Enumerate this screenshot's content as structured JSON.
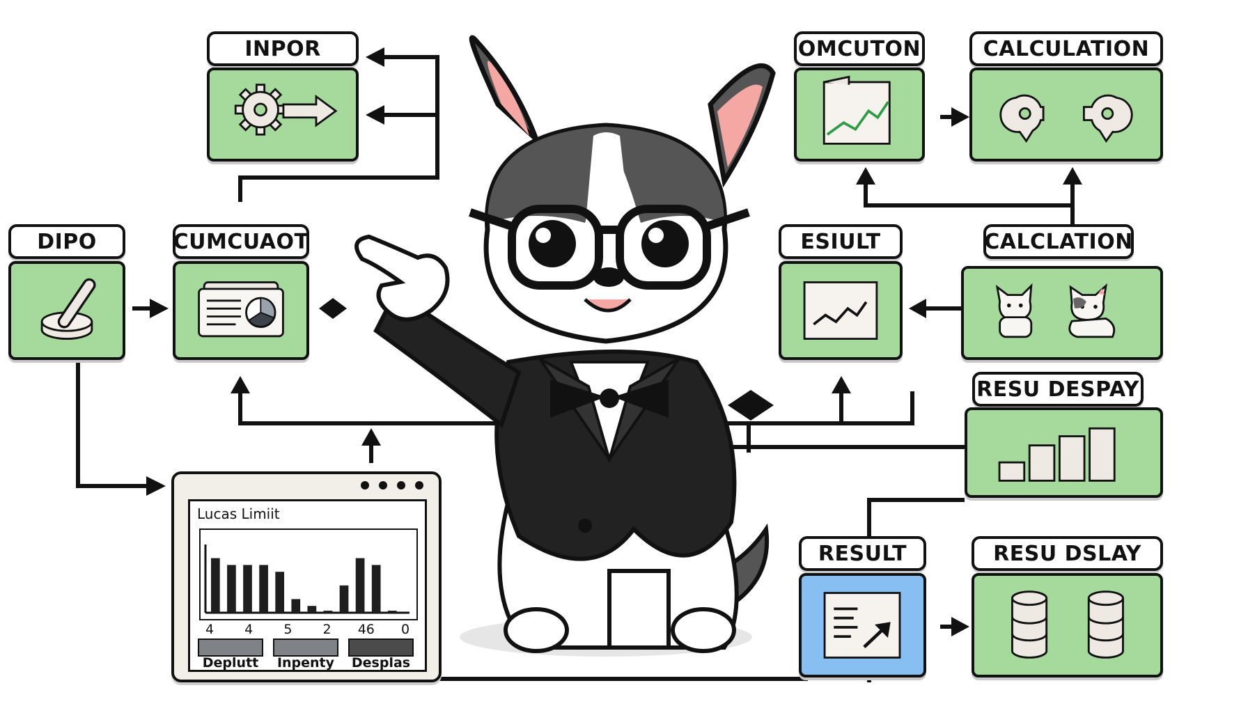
{
  "nodes": {
    "inpor": "INPOR",
    "dipo": "DIPO",
    "cumcuaot": "CUMCUAOT",
    "omcuton": "OMCUTON",
    "calculation": "CALCULATION",
    "esiult": "ESIULT",
    "calclation": "CALCLATION",
    "resu_despay": "RESU DESPAY",
    "result": "RESULT",
    "resu_dslay": "RESU DSLAY"
  },
  "window": {
    "title": "Lucas Limiit",
    "buttons": [
      "Deplutt",
      "Inpenty",
      "Desplas"
    ]
  },
  "chart_data": {
    "type": "bar",
    "tick_labels": [
      "4",
      "4",
      "5",
      "2",
      "46",
      "0"
    ],
    "values": [
      8,
      7,
      7,
      7,
      6,
      2,
      1,
      0.3,
      4,
      8,
      7,
      0.3
    ],
    "ylim": [
      0,
      10
    ]
  },
  "colors": {
    "box_green": "#a6d99c",
    "box_blue": "#87bff2",
    "ink": "#111111",
    "ear_pink": "#f4a7a3"
  },
  "icons": {
    "inpor": "gear-arrow-icon",
    "dipo": "lever-icon",
    "cumcuaot": "card-pie-icon",
    "omcuton": "document-chart-icon",
    "calculation": "map-pin-icon",
    "esiult": "line-chart-icon",
    "calclation": "cat-icon",
    "resu_despay": "bar-chart-icon",
    "result": "document-arrow-icon",
    "resu_dslay": "database-icon"
  }
}
